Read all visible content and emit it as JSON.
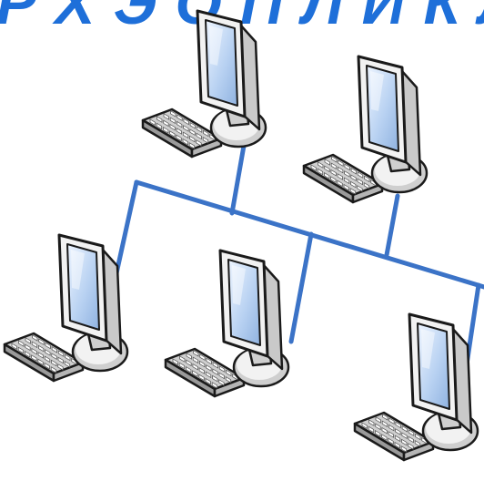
{
  "title": {
    "text": "Р Х Э О П Л И К Л И",
    "color": "#1e6fd9"
  },
  "colors": {
    "network_line": "#3b73c7",
    "outline": "#1a1a1a",
    "screen_light": "#eef5ff",
    "screen_mid": "#b9d2f2",
    "screen_dark": "#8fb2e0",
    "case": "#f2f2f2",
    "case_shade": "#cfcfcf",
    "key": "#ffffff"
  },
  "computers": [
    {
      "name": "workstation-top-left"
    },
    {
      "name": "workstation-top-right"
    },
    {
      "name": "workstation-middle-left"
    },
    {
      "name": "workstation-middle-center"
    },
    {
      "name": "workstation-bottom-right"
    }
  ]
}
